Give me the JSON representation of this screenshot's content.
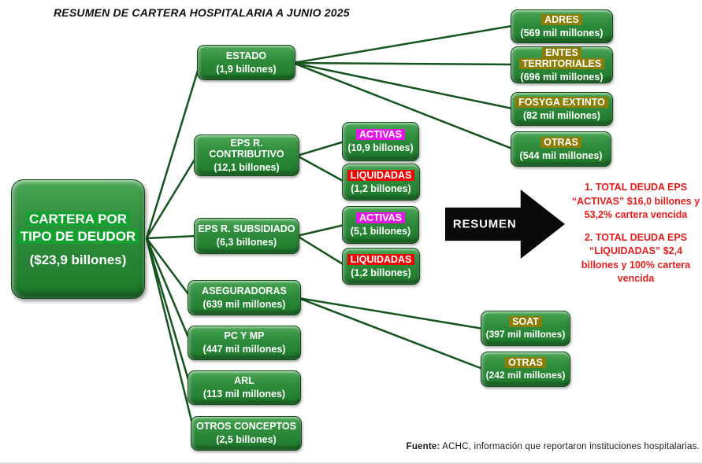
{
  "title": "RESUMEN DE CARTERA HOSPITALARIA A JUNIO 2025",
  "root": {
    "label": "CARTERA POR TIPO DE DEUDOR",
    "amount": "($23,9 billones)"
  },
  "level1": [
    {
      "label": "ESTADO",
      "amount": "(1,9 billones)"
    },
    {
      "label": "EPS R. CONTRIBUTIVO",
      "amount": "(12,1 billones)"
    },
    {
      "label": "EPS R. SUBSIDIADO",
      "amount": "(6,3 billones)"
    },
    {
      "label": "ASEGURADORAS",
      "amount": "(639 mil millones)"
    },
    {
      "label": "PC Y MP",
      "amount": "(447 mil millones)"
    },
    {
      "label": "ARL",
      "amount": "(113 mil millones)"
    },
    {
      "label": "OTROS CONCEPTOS",
      "amount": "(2,5 billones)"
    }
  ],
  "estado_children": [
    {
      "label": "ADRES",
      "amount": "(569 mil millones)"
    },
    {
      "label": "ENTES TERRITORIALES",
      "amount": "(696 mil millones)"
    },
    {
      "label": "FOSYGA EXTINTO",
      "amount": "(82 mil millones)"
    },
    {
      "label": "OTRAS",
      "amount": "(544 mil millones)"
    }
  ],
  "contributivo_children": [
    {
      "label": "ACTIVAS",
      "amount": "(10,9 billones)"
    },
    {
      "label": "LIQUIDADAS",
      "amount": "(1,2 billones)"
    }
  ],
  "subsidiado_children": [
    {
      "label": "ACTIVAS",
      "amount": "(5,1 billones)"
    },
    {
      "label": "LIQUIDADAS",
      "amount": "(1,2 billones)"
    }
  ],
  "aseguradoras_children": [
    {
      "label": "SOAT",
      "amount": "(397 mil millones)"
    },
    {
      "label": "OTRAS",
      "amount": "(242 mil millones)"
    }
  ],
  "arrow": {
    "label": "RESUMEN"
  },
  "notes": [
    "1. TOTAL DEUDA EPS “ACTIVAS” $16,0 billones y 53,2% cartera vencida",
    "2. TOTAL DEUDA EPS “LIQUIDADAS” $2,4 billones y 100% cartera vencida"
  ],
  "footer": {
    "label": "Fuente:",
    "text": " ACHC, información que reportaron instituciones hospitalarias."
  },
  "colors": {
    "box_green": "#2f8c3c",
    "line_green": "#14541d",
    "highlight_green": "#16a031",
    "highlight_olive": "#8c7e04",
    "highlight_magenta": "#e718e7",
    "highlight_red": "#ee0606",
    "note_red": "#e51c1c",
    "arrow_black": "#0a0a0a"
  }
}
